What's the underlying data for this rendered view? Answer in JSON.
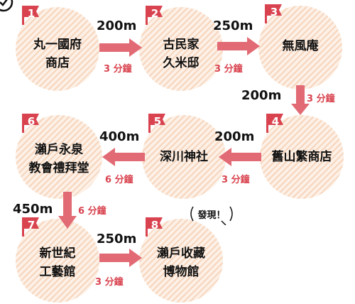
{
  "colors": {
    "accent": "#d9434f",
    "arrow": "#e26a74",
    "stripe": "#f6d6be",
    "text": "#111111"
  },
  "stops": [
    {
      "number": "1",
      "name": "丸一國府\n商店"
    },
    {
      "number": "2",
      "name": "古民家\n久米邸"
    },
    {
      "number": "3",
      "name": "無風庵"
    },
    {
      "number": "4",
      "name": "舊山繁商店"
    },
    {
      "number": "5",
      "name": "深川神社"
    },
    {
      "number": "6",
      "name": "瀨戶永泉\n教會禮拜堂"
    },
    {
      "number": "7",
      "name": "新世紀\n工藝館"
    },
    {
      "number": "8",
      "name": "瀨戶收藏\n博物館"
    }
  ],
  "legs": [
    {
      "distance": "200m",
      "time": "3 分鐘"
    },
    {
      "distance": "250m",
      "time": "3 分鐘"
    },
    {
      "distance": "200m",
      "time": "3 分鐘"
    },
    {
      "distance": "200m",
      "time": "3 分鐘"
    },
    {
      "distance": "400m",
      "time": "6 分鐘"
    },
    {
      "distance": "450m",
      "time": "6 分鐘"
    },
    {
      "distance": "250m",
      "time": "3 分鐘"
    }
  ],
  "callout": {
    "text": "發現！"
  }
}
